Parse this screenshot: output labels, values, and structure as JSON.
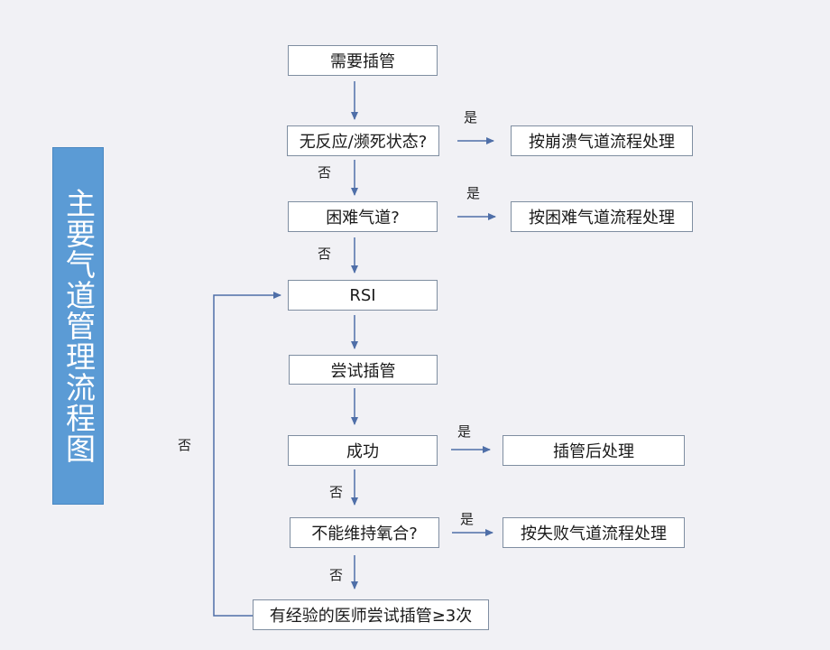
{
  "diagram": {
    "title": "主要气道管理流程图",
    "nodes": {
      "need_intubation": "需要插管",
      "unresponsive": "无反应/濒死状态?",
      "crash_airway": "按崩溃气道流程处理",
      "difficult_airway": "困难气道?",
      "difficult_flow": "按困难气道流程处理",
      "rsi": "RSI",
      "attempt": "尝试插管",
      "success": "成功",
      "post_intubation": "插管后处理",
      "cannot_oxygenate": "不能维持氧合?",
      "failed_flow": "按失败气道流程处理",
      "experienced": "有经验的医师尝试插管≥3次"
    },
    "labels": {
      "yes": "是",
      "no": "否"
    },
    "colors": {
      "title_bg": "#5b9bd5",
      "arrow": "#4f6fa8",
      "box_border": "#7f8ea1"
    }
  }
}
